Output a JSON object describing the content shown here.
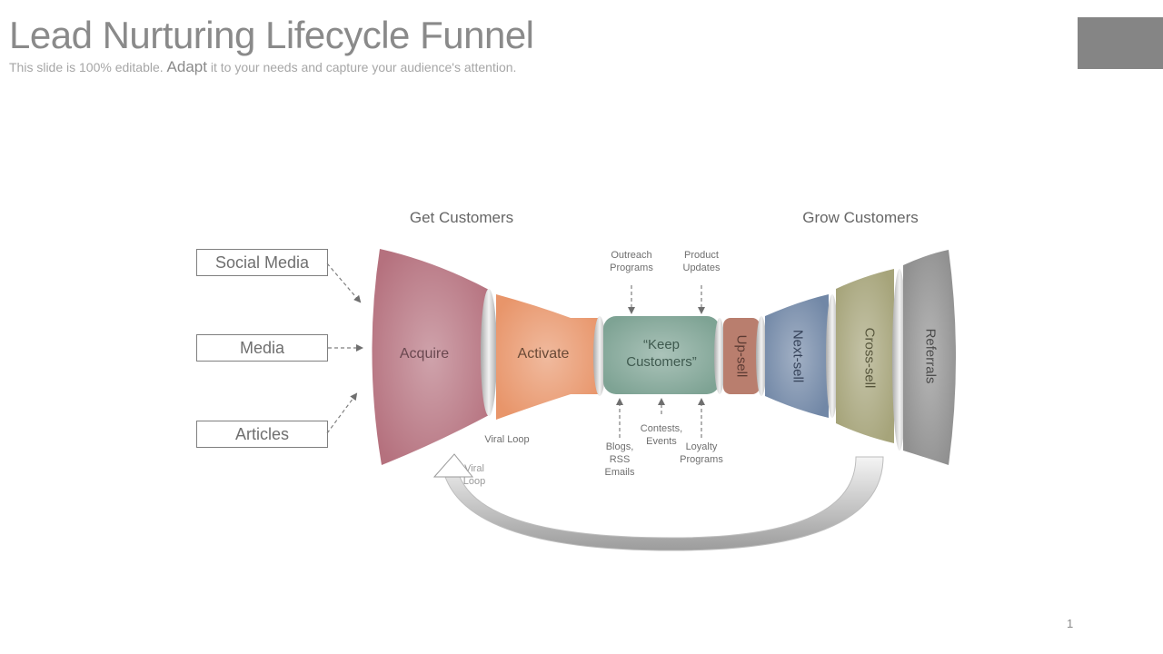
{
  "title": "Lead Nurturing Lifecycle Funnel",
  "subtitle": {
    "part1": "This slide is 100% editable. ",
    "emphasis": "Adapt",
    "part2": " it to your needs and capture your audience's attention."
  },
  "page_number": "1",
  "sections": {
    "get": "Get Customers",
    "grow": "Grow Customers"
  },
  "sources": [
    "Social Media",
    "Media",
    "Articles"
  ],
  "stages": {
    "acquire": "Acquire",
    "activate": "Activate",
    "keep_line1": "“Keep",
    "keep_line2": "Customers”",
    "upsell": "Up-sell",
    "nextsell": "Next-sell",
    "crosssell": "Cross-sell",
    "referrals": "Referrals"
  },
  "inputs_top": {
    "outreach": [
      "Outreach",
      "Programs"
    ],
    "product": [
      "Product",
      "Updates"
    ]
  },
  "inputs_bottom": {
    "blogs": [
      "Blogs,",
      "RSS",
      "Emails"
    ],
    "contests": [
      "Contests,",
      "Events"
    ],
    "loyalty": [
      "Loyalty",
      "Programs"
    ]
  },
  "viral_loop_label": "Viral Loop",
  "viral_loop_arrow": [
    "Viral",
    "Loop"
  ],
  "colors": {
    "acquire": "#b5717e",
    "activate": "#e8956a",
    "keep": "#7ea394",
    "upsell": "#b97e6e",
    "nextsell": "#7187a6",
    "crosssell": "#a6a47a",
    "referrals": "#8f8f8f",
    "ring": "#c9c9c9"
  }
}
